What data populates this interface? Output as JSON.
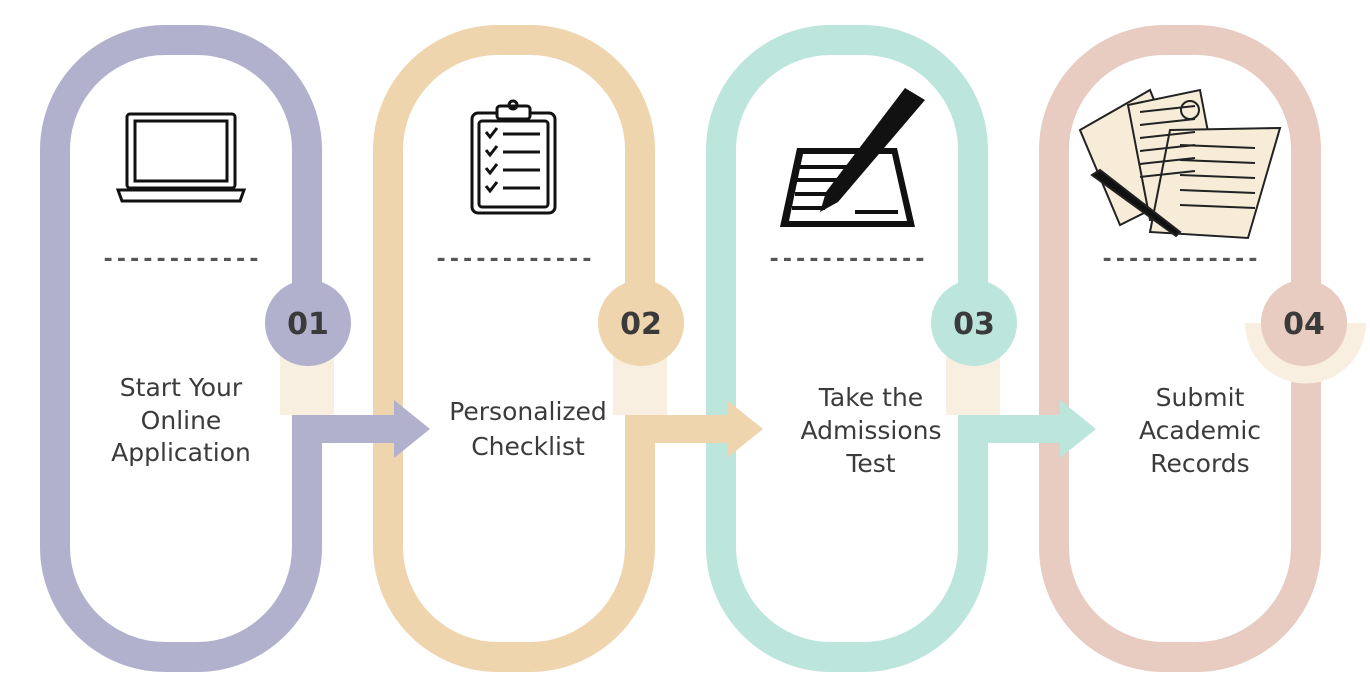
{
  "colors": {
    "step1": "#b1b0cd",
    "step2": "#efd5ae",
    "step3": "#bce5dc",
    "step4": "#e8cbc1",
    "cream": "#f8efe1",
    "text": "#3b3b3b"
  },
  "steps": [
    {
      "number": "01",
      "icon": "laptop-icon",
      "divider": "------------",
      "lines": [
        "Start Your",
        "Online",
        "Application"
      ]
    },
    {
      "number": "02",
      "icon": "clipboard-checklist-icon",
      "divider": "------------",
      "lines": [
        "Personalized",
        "Checklist"
      ]
    },
    {
      "number": "03",
      "icon": "pen-writing-paper-icon",
      "divider": "------------",
      "lines": [
        "Take the",
        "Admissions",
        "Test"
      ]
    },
    {
      "number": "04",
      "icon": "graded-papers-icon",
      "divider": "------------",
      "lines": [
        "Submit",
        "Academic",
        "Records"
      ]
    }
  ]
}
